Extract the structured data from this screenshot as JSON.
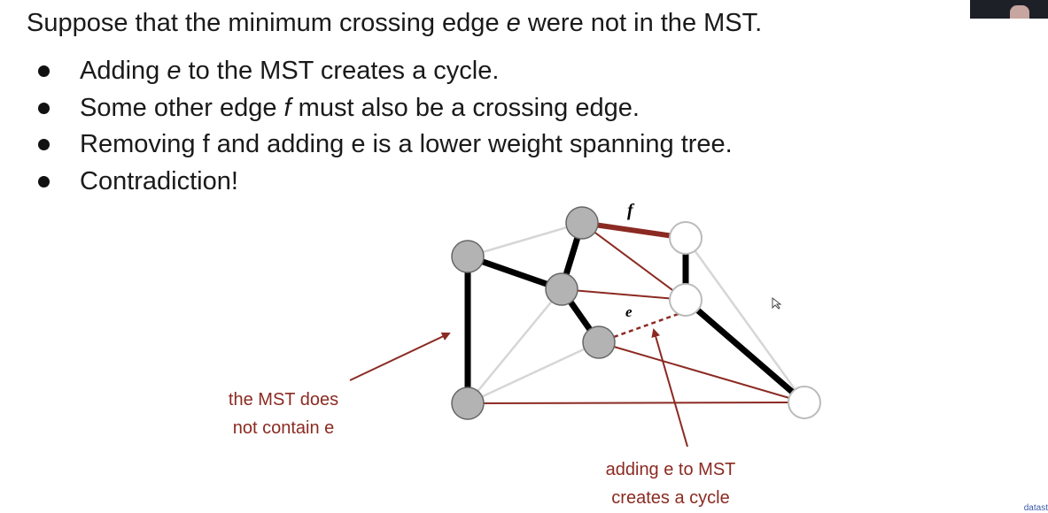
{
  "slide": {
    "title_parts": [
      "Suppose that the minimum crossing edge ",
      "e",
      " were not in the MST."
    ],
    "bullets": [
      {
        "parts": [
          "Adding ",
          "e",
          " to the MST creates a cycle."
        ]
      },
      {
        "parts": [
          "Some other edge ",
          "f",
          " must also be a crossing edge."
        ]
      },
      {
        "parts": [
          "Removing f and adding e is a lower weight spanning tree.",
          "",
          ""
        ]
      },
      {
        "parts": [
          "Contradiction!",
          "",
          ""
        ]
      }
    ]
  },
  "diagram": {
    "edge_label_f": "f",
    "edge_label_e": "e",
    "annotation_left": [
      "the MST does",
      "not contain e"
    ],
    "annotation_bottom": [
      "adding e to MST",
      "creates a cycle"
    ],
    "colors": {
      "mst": "#000000",
      "crossing": "#8b2a22",
      "other": "#d6d6d6",
      "gray_node": "#b3b3b3",
      "white_node": "#ffffff"
    }
  },
  "footer_text": "datast"
}
